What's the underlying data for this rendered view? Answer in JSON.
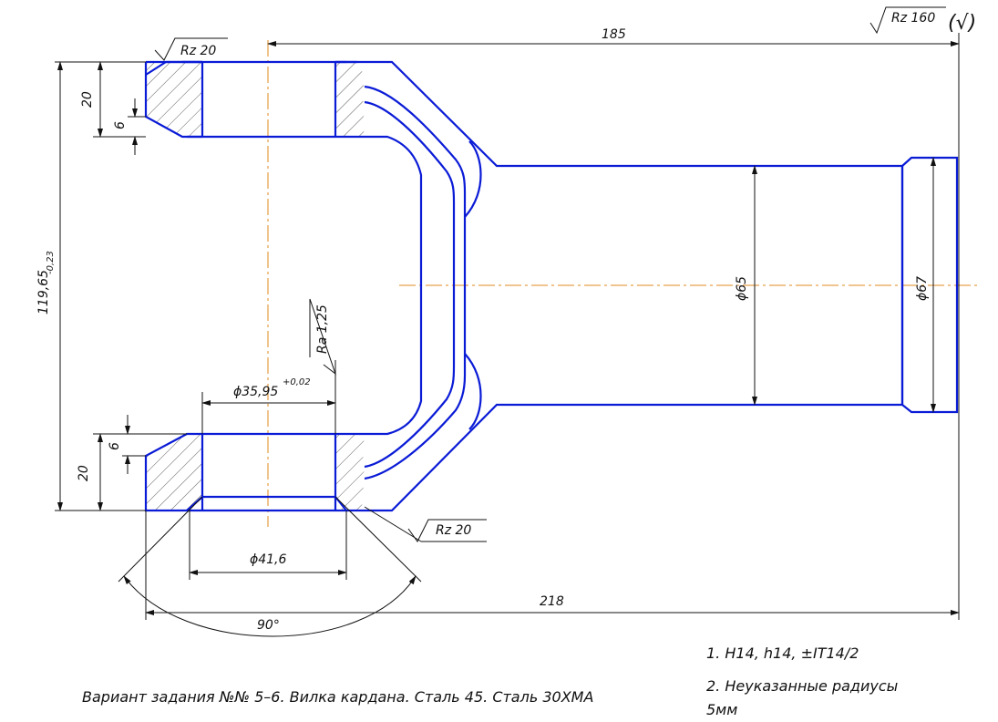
{
  "drawing": {
    "dims": {
      "d185": "185",
      "d218": "218",
      "d119": "119,65",
      "d119_tol": "-0,23",
      "d20_top": "20",
      "d6_top": "6",
      "d6_bot": "6",
      "d20_bot": "20",
      "d35": "ϕ35,95",
      "d35_tol": "+0,02",
      "d41": "ϕ41,6",
      "d65": "ϕ65",
      "d67": "ϕ67",
      "angle": "90°"
    },
    "roughness": {
      "general": "Rz 160",
      "general_paren": "(√)",
      "top_left": "Rz 20",
      "bottom_right": "Rz 20",
      "bore": "Ra 1,25"
    },
    "notes": {
      "note1": "1. H14, h14, ±IT14/2",
      "note2a": "2. Неуказанные радиусы",
      "note2b": "5мм"
    },
    "title": "Вариант задания №№ 5–6. Вилка кардана. Сталь 45. Сталь 30ХМА"
  },
  "colors": {
    "outline": "#0a1bd6",
    "centerline": "#e08a1e",
    "dim": "#111111"
  }
}
